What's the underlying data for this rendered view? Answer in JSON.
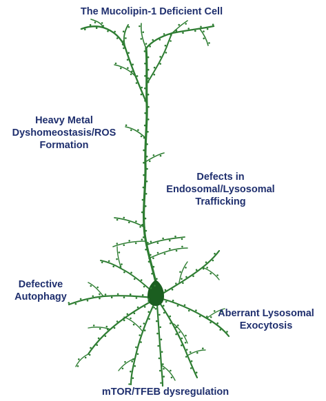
{
  "colors": {
    "neuron": "#2e7d32",
    "neuron_dark": "#1b5e20",
    "text": "#1f2f6e",
    "background": "#ffffff"
  },
  "labels": {
    "title": "The Mucolipin-1 Deficient Cell",
    "heavy_metal": [
      "Heavy Metal",
      "Dyshomeostasis/ROS",
      "Formation"
    ],
    "endosomal": [
      "Defects in",
      "Endosomal/Lysosomal",
      "Trafficking"
    ],
    "autophagy": [
      "Defective",
      "Autophagy"
    ],
    "exocytosis": [
      "Aberrant Lysosomal",
      "Exocytosis"
    ],
    "mtor": "mTOR/TFEB dysregulation"
  }
}
